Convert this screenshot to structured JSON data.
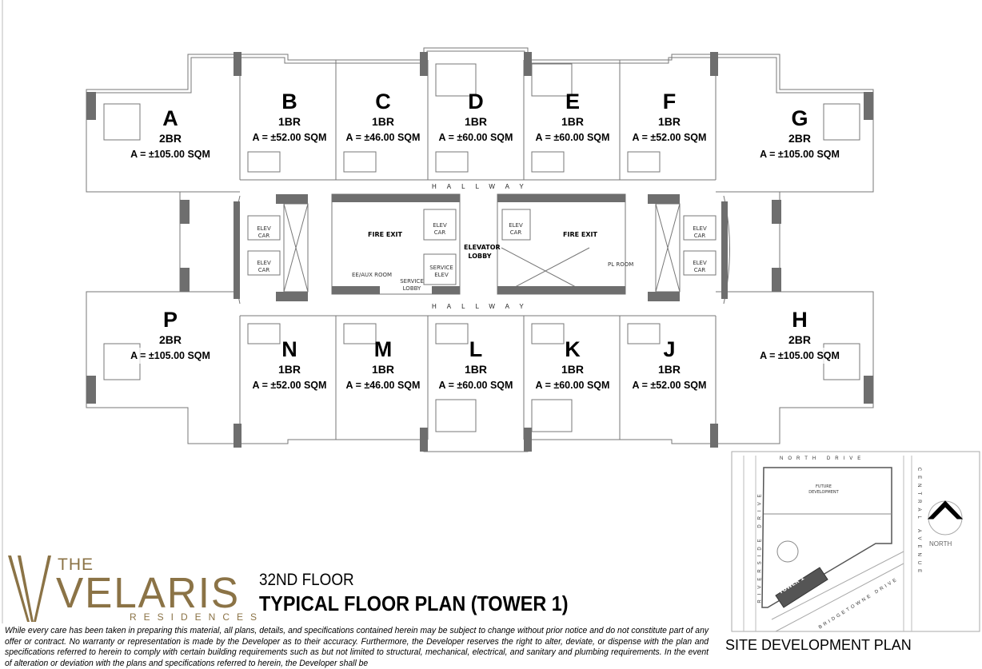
{
  "units": [
    {
      "letter": "A",
      "type": "2BR",
      "area": "A = ±105.00 SQM"
    },
    {
      "letter": "B",
      "type": "1BR",
      "area": "A = ±52.00 SQM"
    },
    {
      "letter": "C",
      "type": "1BR",
      "area": "A = ±46.00 SQM"
    },
    {
      "letter": "D",
      "type": "1BR",
      "area": "A = ±60.00 SQM"
    },
    {
      "letter": "E",
      "type": "1BR",
      "area": "A = ±60.00 SQM"
    },
    {
      "letter": "F",
      "type": "1BR",
      "area": "A = ±52.00 SQM"
    },
    {
      "letter": "G",
      "type": "2BR",
      "area": "A = ±105.00 SQM"
    },
    {
      "letter": "P",
      "type": "2BR",
      "area": "A = ±105.00 SQM"
    },
    {
      "letter": "N",
      "type": "1BR",
      "area": "A = ±52.00 SQM"
    },
    {
      "letter": "M",
      "type": "1BR",
      "area": "A = ±46.00 SQM"
    },
    {
      "letter": "L",
      "type": "1BR",
      "area": "A = ±60.00 SQM"
    },
    {
      "letter": "K",
      "type": "1BR",
      "area": "A = ±60.00 SQM"
    },
    {
      "letter": "J",
      "type": "1BR",
      "area": "A = ±52.00 SQM"
    },
    {
      "letter": "H",
      "type": "2BR",
      "area": "A = ±105.00 SQM"
    }
  ],
  "core": {
    "hallway": "HALLWAY",
    "elevator_lobby": "ELEVATOR LOBBY",
    "fire_exit": "FIRE EXIT",
    "elev_car": "ELEV CAR",
    "service_elev": "SERVICE ELEV",
    "ee_aux_room": "EE/AUX ROOM",
    "service_lobby": "SERVICE LOBBY",
    "pl_room": "PL ROOM"
  },
  "logo": {
    "the": "THE",
    "name": "VELARIS",
    "sub": "RESIDENCES",
    "color": "#8b7346"
  },
  "heading": {
    "floor": "32ND FLOOR",
    "title": "TYPICAL FLOOR PLAN (TOWER 1)"
  },
  "disclaimer": "While every care has been taken in preparing this material, all plans, details, and specifications contained herein may be subject to change without prior notice and do not constitute part of any offer or contract. No warranty or representation is made by the Developer as to their accuracy. Furthermore, the Developer reserves the right to alter, deviate, or dispense with the plan and specifications referred to herein to comply with certain building requirements such as but not limited to structural, mechanical, electrical, and sanitary and plumbing requirements. In the event of alteration or deviation with the plans and specifications referred to herein, the Developer shall be",
  "site_plan": {
    "title": "SITE DEVELOPMENT PLAN",
    "north_drive": "NORTH DRIVE",
    "riverside_drive": "RIVERSIDE DRIVE",
    "central_avenue": "CENTRAL AVENUE",
    "bridgetowne_drive": "BRIDGETOWNE DRIVE",
    "future_development": "FUTURE DEVELOPMENT",
    "tower": "TOWER 1",
    "north": "NORTH"
  }
}
